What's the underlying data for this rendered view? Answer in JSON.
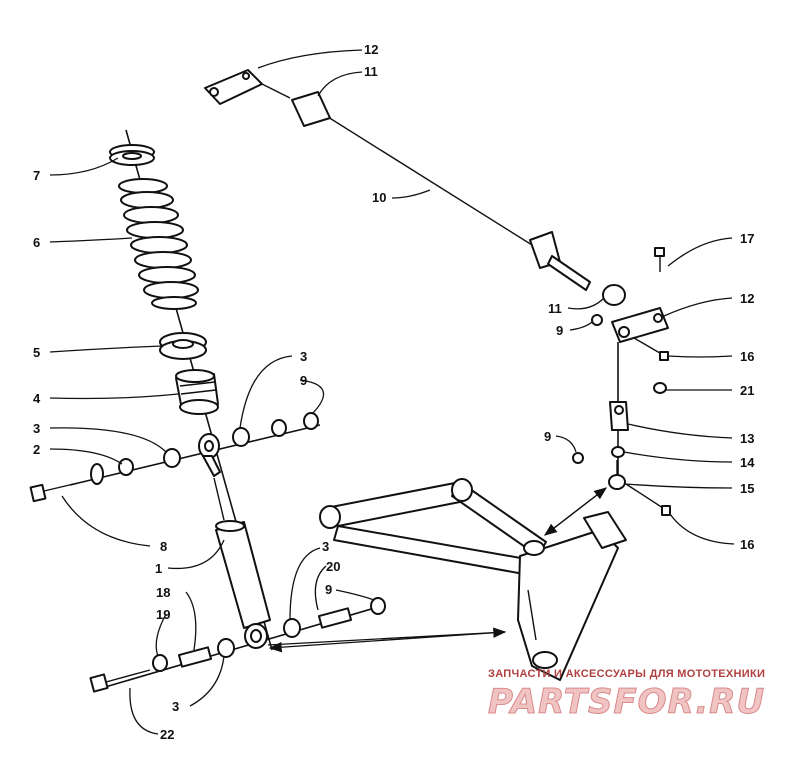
{
  "watermark": {
    "caption": "ЗАПЧАСТИ И АКСЕССУАРЫ ДЛЯ МОТОТЕХНИКИ",
    "logo": "PARTSFOR.RU"
  },
  "colors": {
    "ink": "#111111",
    "watermark": "#d98a8a"
  },
  "callouts": {
    "c12_top": "12",
    "c11_top": "11",
    "c10": "10",
    "c7": "7",
    "c6": "6",
    "c5": "5",
    "c4": "4",
    "c3_a": "3",
    "c2": "2",
    "c8": "8",
    "c1": "1",
    "c3_b": "3",
    "c9_a": "9",
    "c17": "17",
    "c11_b": "11",
    "c9_b": "9",
    "c12_b": "12",
    "c16_a": "16",
    "c21": "21",
    "c13": "13",
    "c9_c": "9",
    "c14": "14",
    "c15": "15",
    "c16_b": "16",
    "c3_c": "3",
    "c20": "20",
    "c9_d": "9",
    "c18": "18",
    "c19": "19",
    "c3_d": "3",
    "c22": "22"
  }
}
